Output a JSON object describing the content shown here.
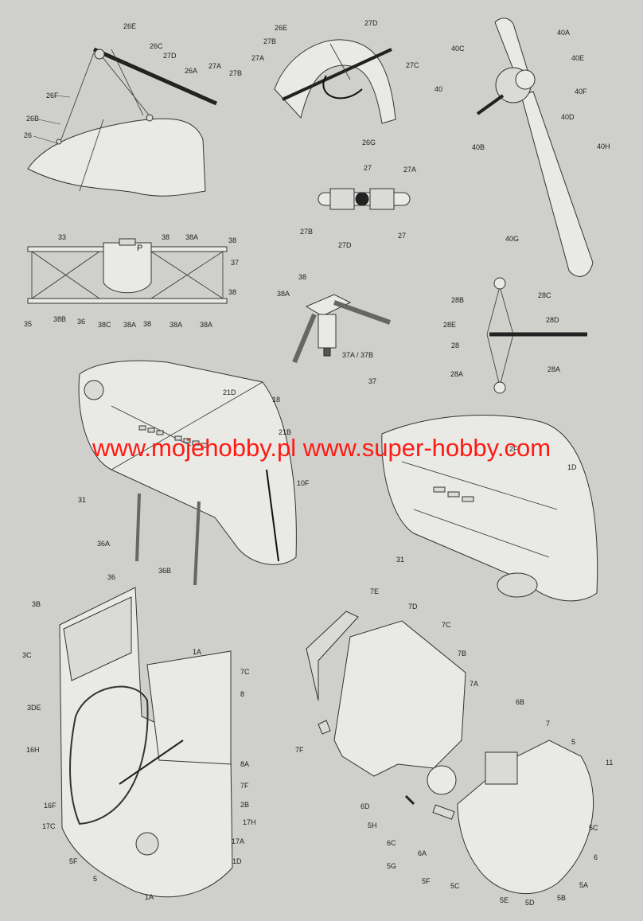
{
  "watermark": {
    "text": "www.mojehobby.pl www.super-hobby.com",
    "color": "#ff1a12"
  },
  "labels": {
    "tail_26E": "26E",
    "tail_26C": "26C",
    "tail_27D": "27D",
    "tail_26A": "26A",
    "tail_27A": "27A",
    "tail_27B": "27B",
    "tail_26F": "26F",
    "tail_26B": "26B",
    "tail_26": "26",
    "c_27D": "27D",
    "c_26E": "26E",
    "c_27B": "27B",
    "c_27A": "27A",
    "c_27C": "27C",
    "c_26G": "26G",
    "h_27": "27",
    "h_27A": "27A",
    "h_27B": "27B",
    "h_27D": "27D",
    "h_27b": "27",
    "p_40A": "40A",
    "p_40C": "40C",
    "p_40E": "40E",
    "p_40": "40",
    "p_40F": "40F",
    "p_40D": "40D",
    "p_40B": "40B",
    "p_40H": "40H",
    "p_40G": "40G",
    "f_33": "33",
    "f_38": "38",
    "f_38A": "38A",
    "f_38r": "38",
    "f_37": "37",
    "f_38b": "38",
    "f_35": "35",
    "f_38B": "38B",
    "f_36": "36",
    "f_38C": "38C",
    "f_38A2": "38A",
    "f_38c": "38",
    "f_38A3": "38A",
    "f_P": "P",
    "s_38": "38",
    "s_38A": "38A",
    "s_37AB": "37A / 37B",
    "s_37": "37",
    "w_28B": "28B",
    "w_28C": "28C",
    "w_28E": "28E",
    "w_28D": "28D",
    "w_28": "28",
    "w_28A": "28A",
    "w_28A2": "28A",
    "fl_21D": "21D",
    "fl_18": "18",
    "fl_21B": "21B",
    "fl_10F": "10F",
    "fl_31": "31",
    "fl_36A": "36A",
    "fl_36": "36",
    "fl_36B": "36B",
    "fr_2F": "2F",
    "fr_1D": "1D",
    "fr_31": "31",
    "bl_3B": "3B",
    "bl_3C": "3C",
    "bl_1A": "1A",
    "bl_7C": "7C",
    "bl_8": "8",
    "bl_3DE": "3DE",
    "bl_16H": "16H",
    "bl_8A": "8A",
    "bl_7F": "7F",
    "bl_2B": "2B",
    "bl_17H": "17H",
    "bl_16F": "16F",
    "bl_17C": "17C",
    "bl_17A": "17A",
    "bl_5F": "5F",
    "bl_1D": "1D",
    "bl_5": "5",
    "bl_1A2": "1A",
    "br_7E": "7E",
    "br_7D": "7D",
    "br_7C": "7C",
    "br_7B": "7B",
    "br_7A": "7A",
    "br_7F": "7F",
    "br_6B": "6B",
    "br_7": "7",
    "br_5": "5",
    "br_11": "11",
    "br_6D": "6D",
    "br_5H": "5H",
    "br_6C": "6C",
    "br_5G": "5G",
    "br_6A": "6A",
    "br_5F": "5F",
    "br_5C": "5C",
    "br_5E": "5E",
    "br_5D": "5D",
    "br_5B": "5B",
    "br_5A": "5A",
    "br_6": "6",
    "br_5C2": "5C"
  }
}
